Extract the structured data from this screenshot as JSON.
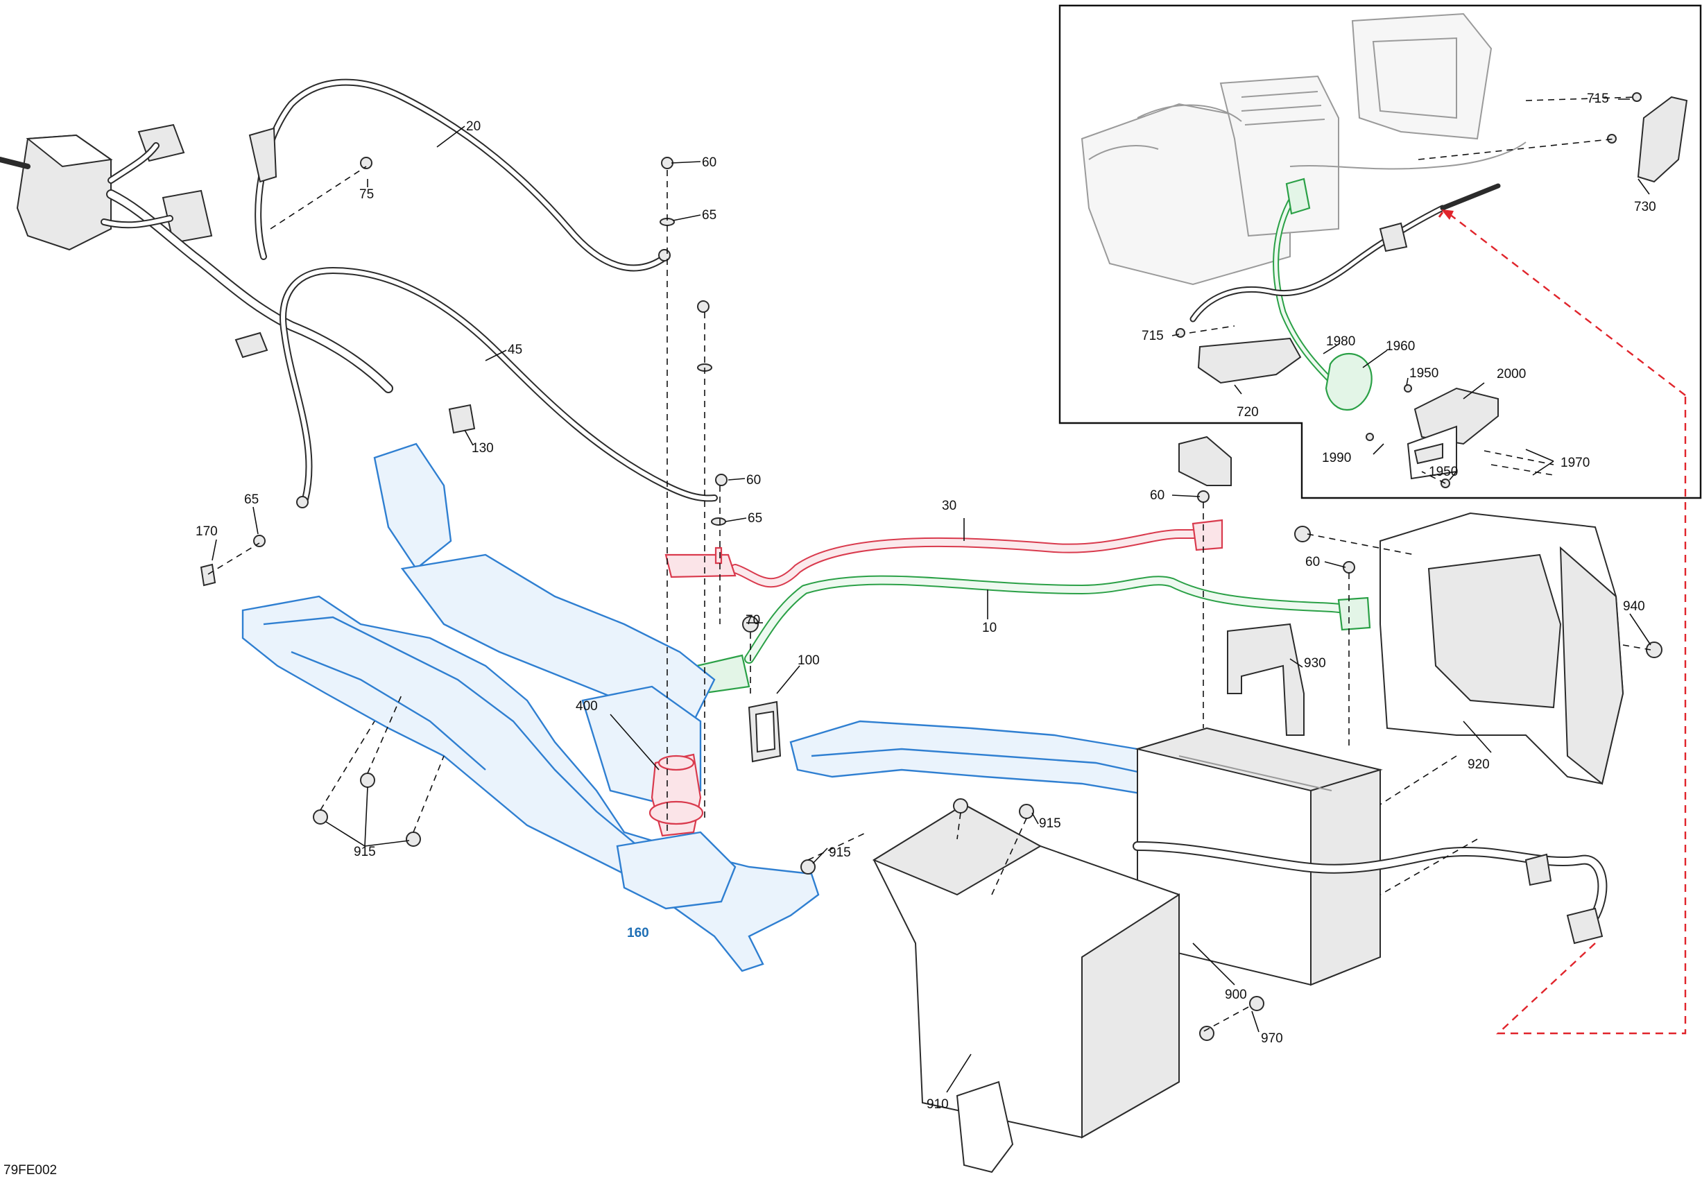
{
  "figure": {
    "code": "79FE002"
  },
  "callouts": [
    {
      "key": "c20",
      "label": "20"
    },
    {
      "key": "c75",
      "label": "75"
    },
    {
      "key": "c60a",
      "label": "60"
    },
    {
      "key": "c65a",
      "label": "65"
    },
    {
      "key": "c45",
      "label": "45"
    },
    {
      "key": "c130",
      "label": "130"
    },
    {
      "key": "c65b",
      "label": "65"
    },
    {
      "key": "c170",
      "label": "170"
    },
    {
      "key": "c60b",
      "label": "60"
    },
    {
      "key": "c65c",
      "label": "65"
    },
    {
      "key": "c30",
      "label": "30"
    },
    {
      "key": "c60c",
      "label": "60"
    },
    {
      "key": "c60d",
      "label": "60"
    },
    {
      "key": "c10",
      "label": "10"
    },
    {
      "key": "c70",
      "label": "70"
    },
    {
      "key": "c100",
      "label": "100"
    },
    {
      "key": "c400",
      "label": "400"
    },
    {
      "key": "c930",
      "label": "930"
    },
    {
      "key": "c940",
      "label": "940"
    },
    {
      "key": "c920",
      "label": "920"
    },
    {
      "key": "c915a",
      "label": "915"
    },
    {
      "key": "c915b",
      "label": "915"
    },
    {
      "key": "c915c",
      "label": "915"
    },
    {
      "key": "c160",
      "label": "160"
    },
    {
      "key": "c900",
      "label": "900"
    },
    {
      "key": "c970",
      "label": "970"
    },
    {
      "key": "c910",
      "label": "910"
    },
    {
      "key": "c715a",
      "label": "715"
    },
    {
      "key": "c730",
      "label": "730"
    },
    {
      "key": "c715b",
      "label": "715"
    },
    {
      "key": "c1980",
      "label": "1980"
    },
    {
      "key": "c1960",
      "label": "1960"
    },
    {
      "key": "c720",
      "label": "720"
    },
    {
      "key": "c1950a",
      "label": "1950"
    },
    {
      "key": "c2000",
      "label": "2000"
    },
    {
      "key": "c1990",
      "label": "1990"
    },
    {
      "key": "c1950b",
      "label": "1950"
    },
    {
      "key": "c1970",
      "label": "1970"
    }
  ],
  "highlight_colors": {
    "frame_blue": "#2f7fd1",
    "cable_red": "#d93a4d",
    "cable_green": "#2aa046",
    "pointer_red": "#e0242b"
  }
}
